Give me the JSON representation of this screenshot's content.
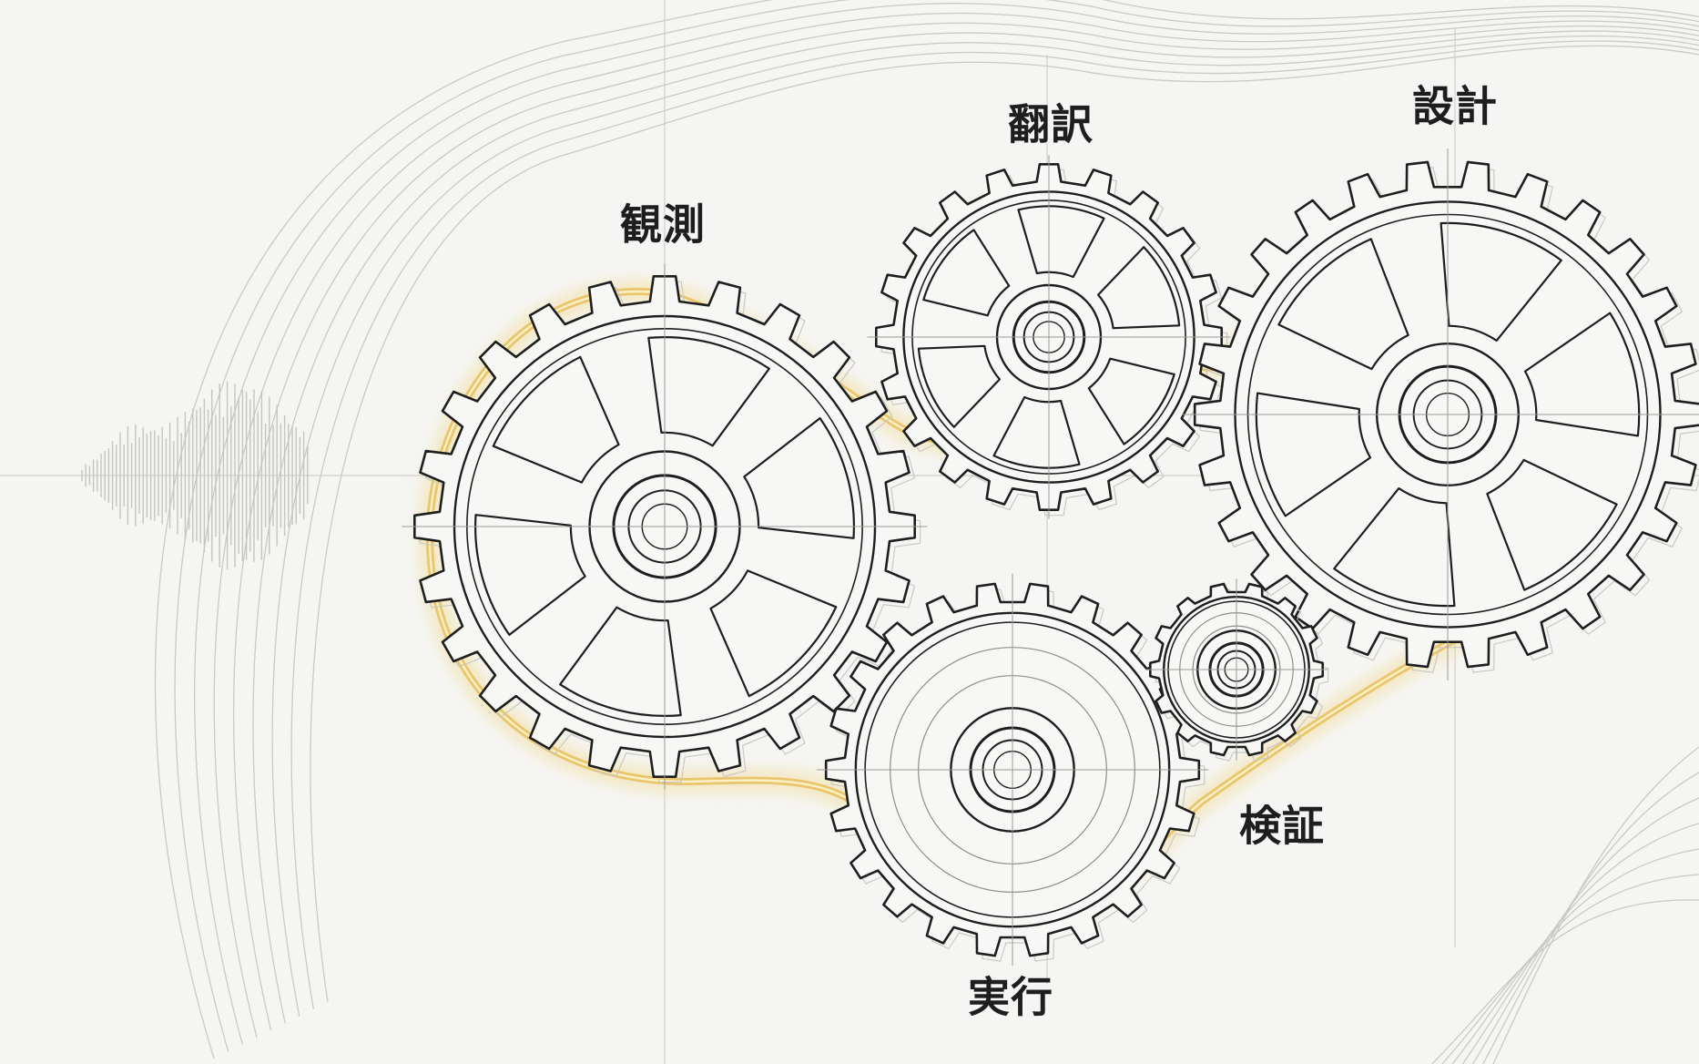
{
  "diagram": {
    "labels": {
      "observe": "観測",
      "translate": "翻訳",
      "design": "設計",
      "execute": "実行",
      "verify": "検証"
    },
    "colors": {
      "background": "#f5f5f3",
      "ink": "#1e1e1e",
      "sketch": "#b9b9b6",
      "belt": "#e7c46a",
      "belt_glow": "#f3d98c"
    }
  }
}
